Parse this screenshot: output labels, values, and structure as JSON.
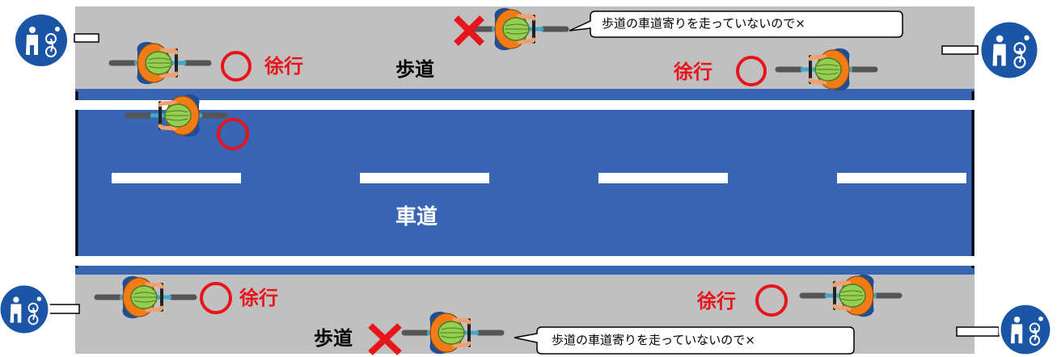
{
  "labels": {
    "sidewalk": "歩道",
    "roadway": "車道",
    "slow": "徐行",
    "callout": "歩道の車道寄りを走っていないので×"
  },
  "colors": {
    "sidewalk": "#c0c0c0",
    "road": "#3a65b4",
    "lane_marking": "#ffffff",
    "mark_red": "#e8141b",
    "sign_blue": "#1a55a6",
    "rider_shirt": "#f07c18",
    "rider_helmet": "#94cf52",
    "bicycle": "#3fa9c9"
  },
  "marks": {
    "ok": "circle",
    "ng": "cross"
  },
  "icons": {
    "sign": "bicycle-pedestrian-sign-icon",
    "cyclist": "cyclist-top-view-icon"
  }
}
